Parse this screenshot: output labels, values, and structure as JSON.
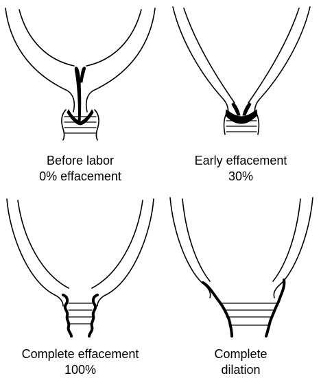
{
  "panels": [
    {
      "caption_line1": "Before labor",
      "caption_line2": "0% effacement"
    },
    {
      "caption_line1": "Early effacement",
      "caption_line2": "30%"
    },
    {
      "caption_line1": "Complete effacement",
      "caption_line2": "100%"
    },
    {
      "caption_line1": "Complete",
      "caption_line2": "dilation"
    }
  ],
  "colors": {
    "ink": "#000000",
    "background": "#ffffff"
  }
}
